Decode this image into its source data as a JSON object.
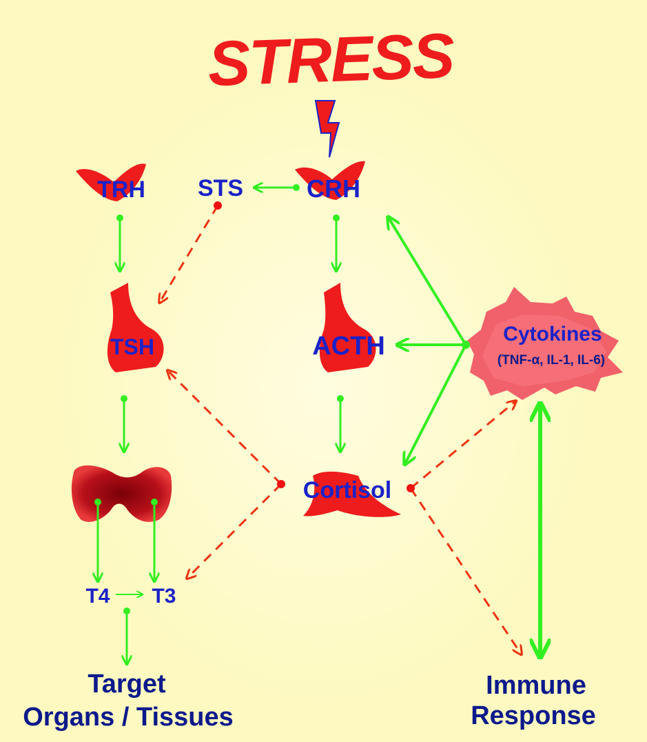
{
  "stress": "STRESS",
  "labels": {
    "trh": "TRH",
    "sts": "STS",
    "crh": "CRH",
    "tsh": "TSH",
    "acth": "ACTH",
    "cytokines": "Cytokines",
    "cytokines_sub": "(TNF-α, IL-1, IL-6)",
    "cortisol": "Cortisol",
    "t4": "T4",
    "t3": "T3",
    "target_line1": "Target",
    "target_line2": "Organs / Tissues",
    "immune_line1": "Immune",
    "immune_line2": "Response"
  },
  "colors": {
    "background": "#fdf9c0",
    "gland": "#ee1c1c",
    "label": "#1a22c8",
    "stimulation_arrow": "#33ee22",
    "inhibition_arrow": "#ee3311"
  }
}
